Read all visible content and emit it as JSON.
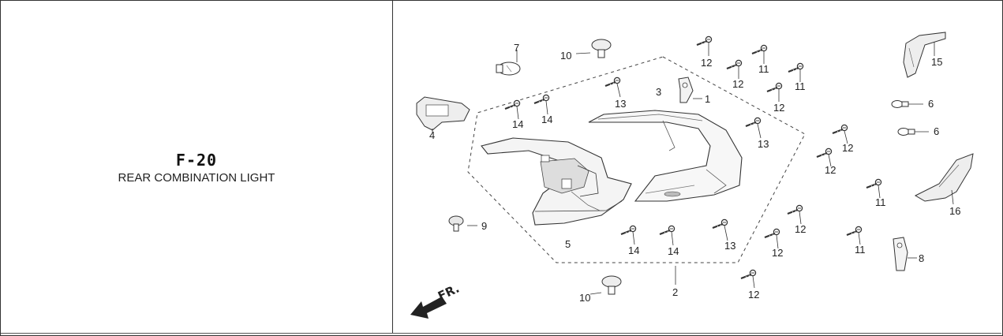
{
  "figure": {
    "code": "F-20",
    "name": "REAR COMBINATION LIGHT"
  },
  "callouts": {
    "c1": "1",
    "c2": "2",
    "c3": "3",
    "c4": "4",
    "c5": "5",
    "c6a": "6",
    "c6b": "6",
    "c7": "7",
    "c8": "8",
    "c9": "9",
    "c10a": "10",
    "c10b": "10",
    "c11a": "11",
    "c11b": "11",
    "c11c": "11",
    "c11d": "11",
    "c12a": "12",
    "c12b": "12",
    "c12c": "12",
    "c12d": "12",
    "c12e": "12",
    "c12f": "12",
    "c12g": "12",
    "c12h": "12",
    "c13a": "13",
    "c13b": "13",
    "c13c": "13",
    "c14a": "14",
    "c14b": "14",
    "c14c": "14",
    "c14d": "14",
    "c15": "15",
    "c16": "16"
  },
  "direction": {
    "label": "FR."
  }
}
